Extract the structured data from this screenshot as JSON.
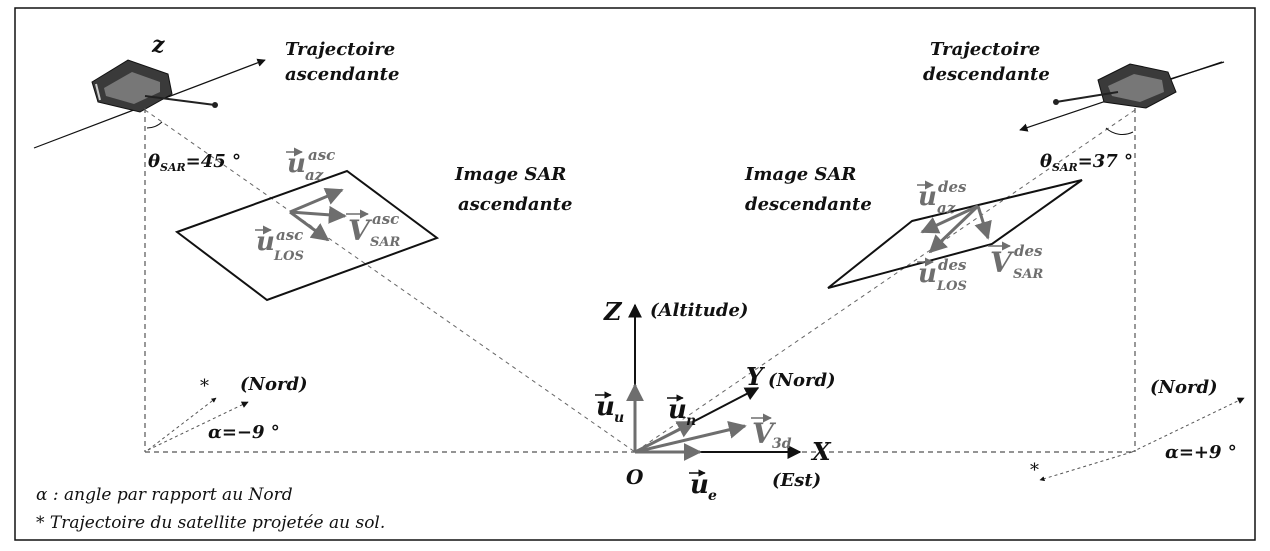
{
  "labels": {
    "z_small": "z",
    "traj_asc_1": "Trajectoire",
    "traj_asc_2": "ascendante",
    "traj_des_1": "Trajectoire",
    "traj_des_2": "descendante",
    "theta": "θ",
    "theta_sub": "SAR",
    "theta_asc_val": "=45 °",
    "theta_des_val": "=37 °",
    "img_asc_1": "Image SAR",
    "img_asc_2": "ascendante",
    "img_des_1": "Image SAR",
    "img_des_2": "descendante",
    "u": "u",
    "V": "V",
    "sup_asc": "asc",
    "sup_des": "des",
    "sub_az": "az",
    "sub_los": "LOS",
    "sub_sar": "SAR",
    "axis_Z": "Z",
    "altitude": "(Altitude)",
    "axis_Y": "Y",
    "nord_y": "(Nord)",
    "axis_X": "X",
    "est": "(Est)",
    "origin": "O",
    "sub_u": "u",
    "sub_n": "n",
    "sub_e": "e",
    "sub_3d": "3d",
    "nord_left": "(Nord)",
    "nord_right": "(Nord)",
    "alpha_left": "α=−9 °",
    "alpha_right": "α=+9 °",
    "star": "*",
    "footnote_1": "α : angle par rapport au Nord",
    "footnote_2": "* Trajectoire du satellite projetée au sol."
  },
  "colors": {
    "line": "#111111",
    "vector_grey": "#6e6e6e",
    "dashed": "#555555",
    "satellite_body": "#3a3a3a"
  }
}
